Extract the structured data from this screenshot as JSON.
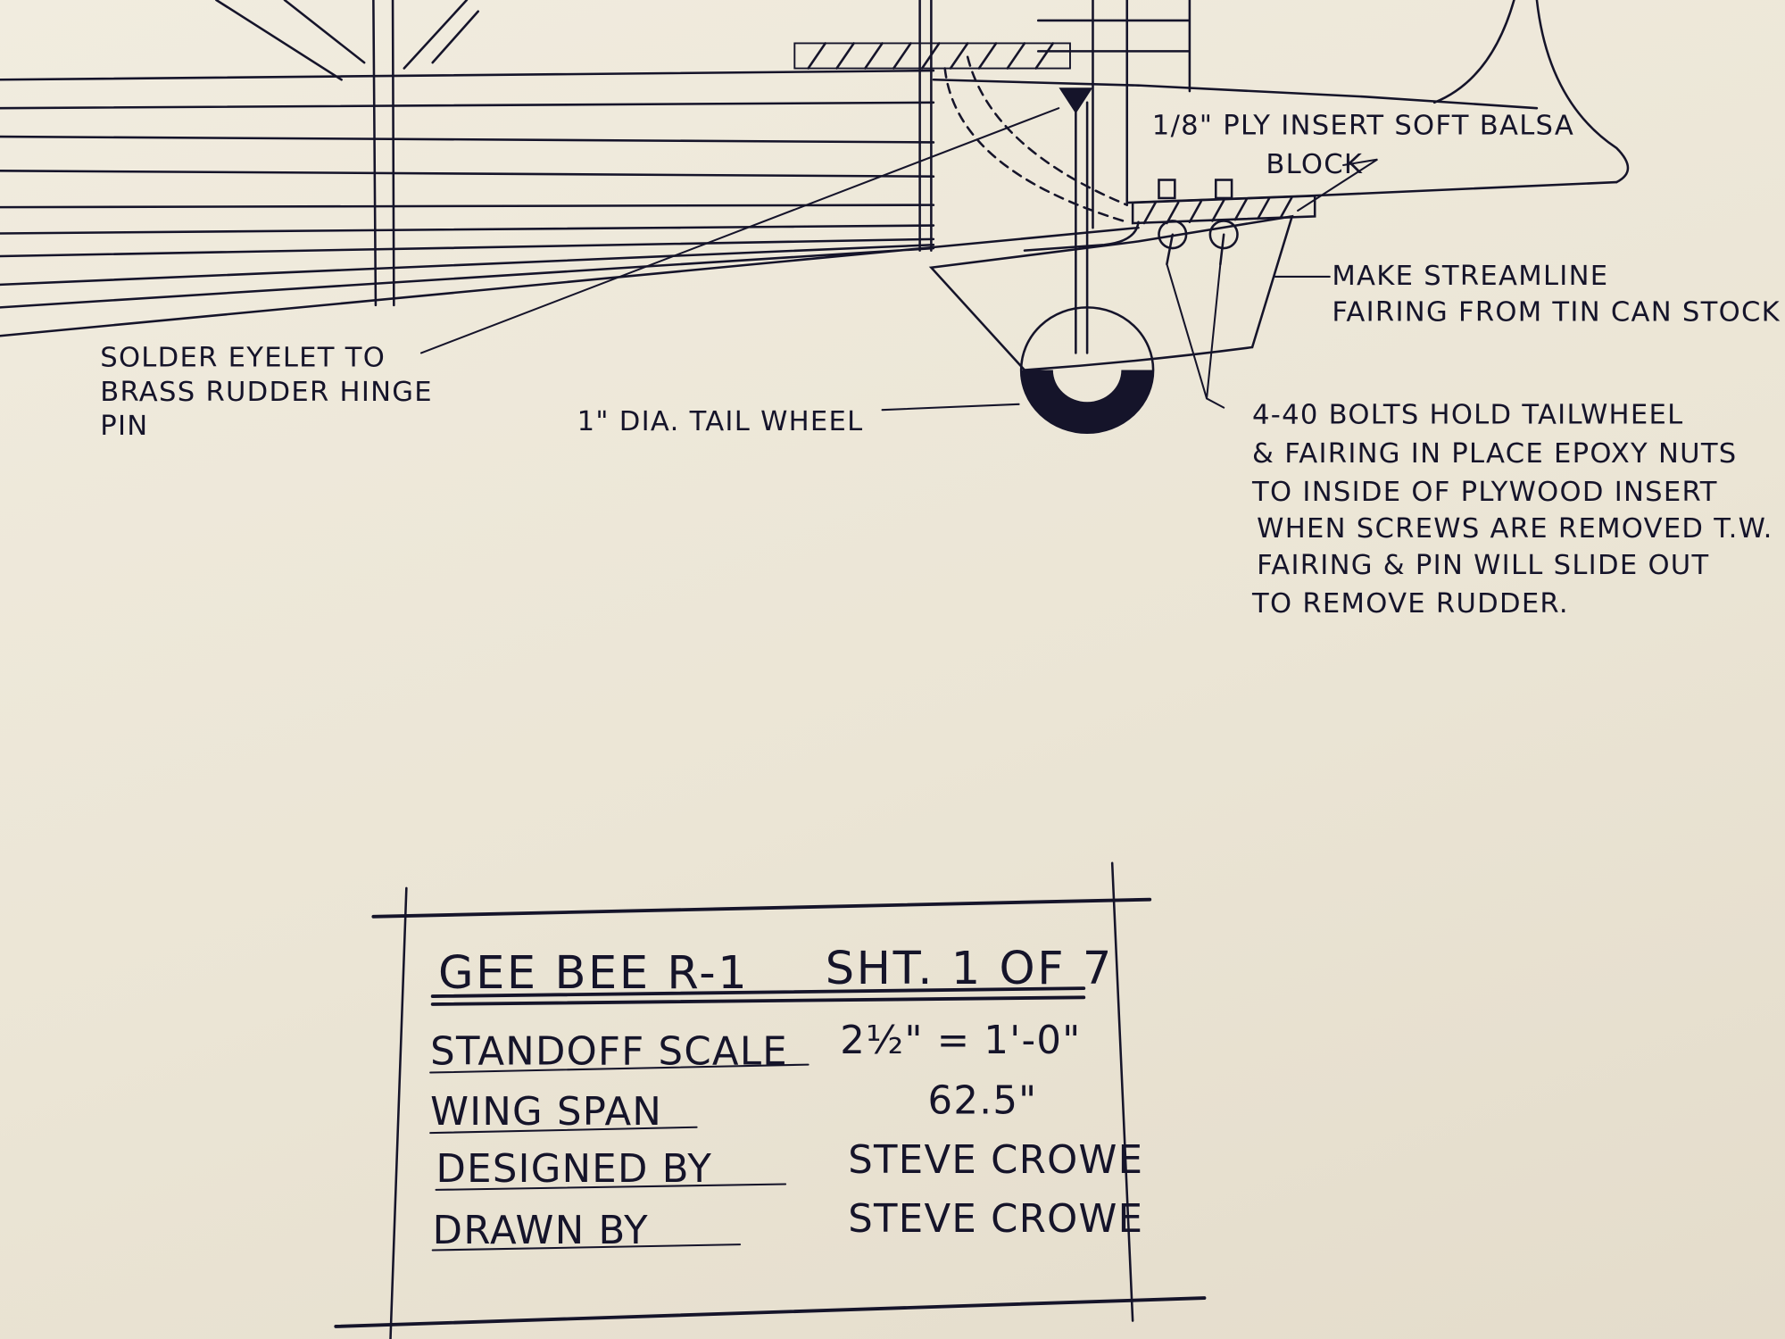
{
  "drawing": {
    "notes": {
      "ply_insert": "1/8\" PLY INSERT SOFT BALSA",
      "block": "BLOCK",
      "streamline_1": "MAKE STREAMLINE",
      "streamline_2": "FAIRING FROM TIN CAN STOCK",
      "solder_1": "SOLDER EYELET TO",
      "solder_2": "BRASS RUDDER HINGE",
      "solder_3": "PIN",
      "tail_wheel": "1\" DIA. TAIL WHEEL",
      "bolts": [
        "4-40 BOLTS HOLD TAILWHEEL",
        "& FAIRING IN PLACE  EPOXY NUTS",
        "TO INSIDE OF PLYWOOD INSERT",
        "WHEN SCREWS ARE REMOVED T.W.",
        "FAIRING & PIN WILL SLIDE OUT",
        "TO REMOVE RUDDER."
      ]
    },
    "title_block": {
      "title": "GEE BEE R-1",
      "sheet": "SHT. 1 OF 7",
      "rows": [
        {
          "label": "STANDOFF SCALE",
          "value": "2½\" = 1'-0\""
        },
        {
          "label": "WING SPAN",
          "value": "62.5\""
        },
        {
          "label": "DESIGNED BY",
          "value": "STEVE CROWE"
        },
        {
          "label": "DRAWN BY",
          "value": "STEVE CROWE"
        }
      ]
    },
    "colors": {
      "paper": "#ece6d6",
      "ink": "#15142a"
    }
  }
}
